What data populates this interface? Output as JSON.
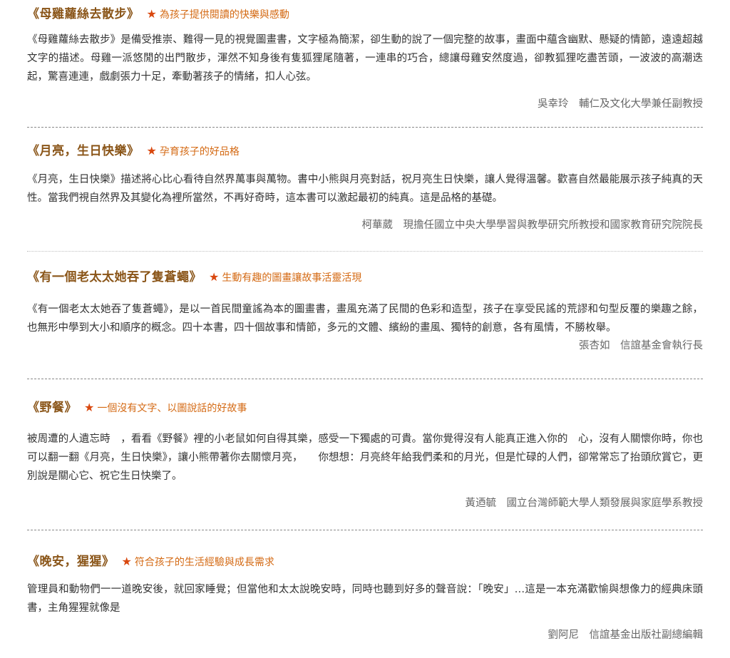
{
  "reviews": [
    {
      "title": "《母雞蘿絲去散步》",
      "tagline": "為孩子提供閱讀的快樂與感動",
      "body": "《母雞蘿絲去散步》是備受推崇、難得一見的視覺圖畫書，文字極為簡潔，卻生動的說了一個完整的故事，畫面中蘊含幽默、懸疑的情節，遠遠超越文字的描述。母雞一派悠閒的出門散步，渾然不知身後有隻狐狸尾隨著，一連串的巧合，總讓母雞安然度過，卻教狐狸吃盡苦頭，一波波的高潮迭起，驚喜連連，戲劇張力十足，牽動著孩子的情緒，扣人心弦。",
      "author": "吳幸玲　輔仁及文化大學兼任副教授"
    },
    {
      "title": "《月亮，生日快樂》",
      "tagline": "孕育孩子的好品格",
      "body": "《月亮，生日快樂》描述將心比心看待自然界萬事與萬物。書中小熊與月亮對話，祝月亮生日快樂，讓人覺得溫馨。歡喜自然最能展示孩子純真的天性。當我們視自然界及其變化為裡所當然，不再好奇時，這本書可以激起最初的純真。這是品格的基礎。",
      "author": "柯華葳　現擔任國立中央大學學習與教學研究所教授和國家教育研究院院長"
    },
    {
      "title": "《有一個老太太她吞了隻蒼蠅》",
      "tagline": "生動有趣的圖畫讓故事活靈活現",
      "body": "《有一個老太太她吞了隻蒼蠅》，是以一首民間童謠為本的圖畫書，畫風充滿了民間的色彩和造型，孩子在享受民謠的荒謬和句型反覆的樂趣之餘，也無形中學到大小和順序的概念。四十本書，四十個故事和情節，多元的文體、繽紛的畫風、獨特的創意，各有風情，不勝枚舉。",
      "author": "張杏如　信誼基金會執行長"
    },
    {
      "title": "《野餐》",
      "tagline": "一個沒有文字、以圖說話的好故事",
      "body": "被周遭的人遺忘時　，看看《野餐》裡的小老鼠如何自得其樂，感受一下獨處的可貴。當你覺得沒有人能真正進入你的　心，沒有人關懷你時，你也可以翻一翻《月亮，生日快樂》，讓小熊帶著你去關懷月亮，　　你想想：月亮終年給我們柔和的月光，但是忙碌的人們，卻常常忘了抬頭欣賞它，更別說是關心它、祝它生日快樂了。",
      "author": "黃迺毓　國立台灣師範大學人類發展與家庭學系教授"
    },
    {
      "title": "《晚安，猩猩》",
      "tagline": "符合孩子的生活經驗與成長需求",
      "body": "管理員和動物們一一道晚安後，就回家睡覺；但當他和太太說晚安時，同時也聽到好多的聲音說：「晚安」…這是一本充滿歡愉與想像力的經典床頭書，主角猩猩就像是",
      "author": "劉阿尼　信誼基金出版社副總編輯"
    }
  ],
  "colors": {
    "title": "#8a5518",
    "tagline": "#d46a14",
    "star": "#d9480f",
    "body": "#333333",
    "author": "#666666"
  }
}
